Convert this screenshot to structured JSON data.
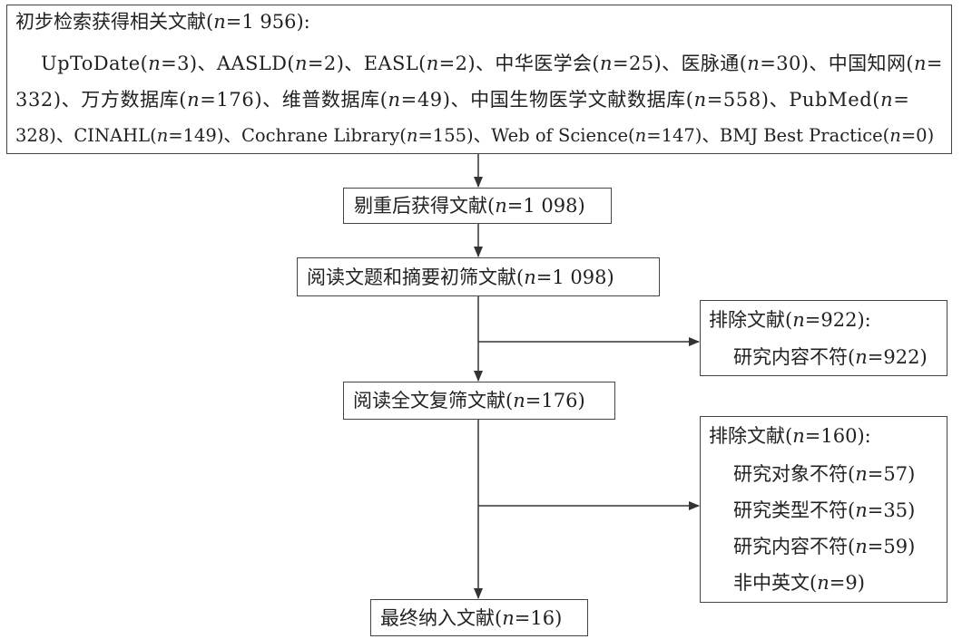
{
  "search": {
    "title": "初步检索获得相关文献",
    "total": "1 956",
    "line1": [
      {
        "db": "UpToDate",
        "n": "3",
        "sep": "、"
      },
      {
        "db": "AASLD",
        "n": "2",
        "sep": "、"
      },
      {
        "db": "EASL",
        "n": "2",
        "sep": "、"
      },
      {
        "db": "中华医学会",
        "n": "25",
        "sep": "、"
      },
      {
        "db": "医脉通",
        "n": "30",
        "sep": "、"
      }
    ],
    "line1_tail_db": "中国知网",
    "line2_head_n": "332",
    "line2": [
      {
        "db": "万方数据库",
        "n": "176",
        "sep": "、"
      },
      {
        "db": "维普数据库",
        "n": "49",
        "sep": "、"
      },
      {
        "db": "中国生物医学文献数据库",
        "n": "558",
        "sep": "、"
      }
    ],
    "line2_tail_db": "PubMed",
    "line3_head_n": "328",
    "line3": [
      {
        "db": "CINAHL",
        "n": "149",
        "sep": "、"
      },
      {
        "db": "Cochrane Library",
        "n": "155",
        "sep": "、"
      },
      {
        "db": "Web of Science",
        "n": "147",
        "sep": "、"
      },
      {
        "db": "BMJ Best Practice",
        "n": "0",
        "sep": ""
      }
    ]
  },
  "steps": {
    "dedup": {
      "label": "剔重后获得文献",
      "n": "1 098"
    },
    "screen": {
      "label": "阅读文题和摘要初筛文献",
      "n": "1 098"
    },
    "fulltext": {
      "label": "阅读全文复筛文献",
      "n": "176"
    },
    "final": {
      "label": "最终纳入文献",
      "n": "16"
    }
  },
  "exclude1": {
    "title": "排除文献",
    "n": "922",
    "reasons": [
      {
        "label": "研究内容不符",
        "n": "922"
      }
    ]
  },
  "exclude2": {
    "title": "排除文献",
    "n": "160",
    "reasons": [
      {
        "label": "研究对象不符",
        "n": "57"
      },
      {
        "label": "研究类型不符",
        "n": "35"
      },
      {
        "label": "研究内容不符",
        "n": "59"
      },
      {
        "label": "非中英文",
        "n": "9"
      }
    ]
  }
}
